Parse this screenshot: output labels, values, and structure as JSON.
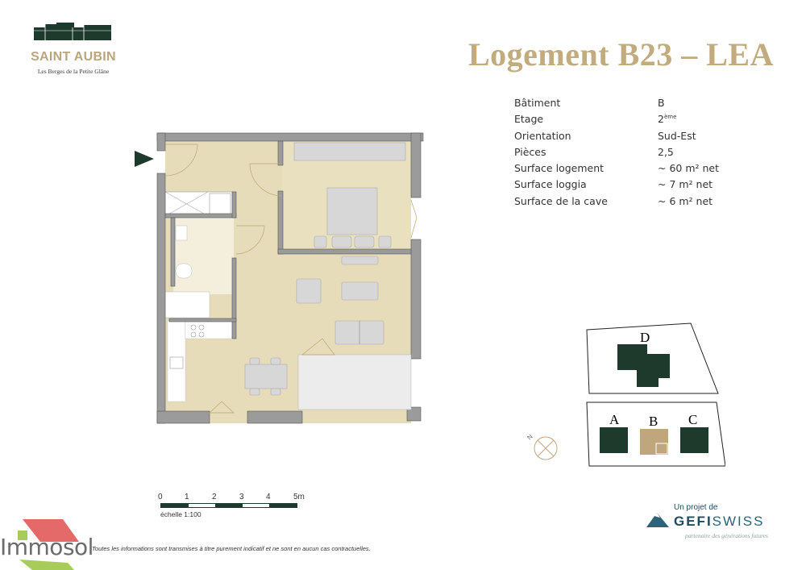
{
  "brand": {
    "name": "SAINT AUBIN",
    "subtitle": "Les Berges de la Petite Glâne",
    "logo_color": "#1d3a2d",
    "accent_color": "#b9a57f"
  },
  "header": {
    "title": "Logement B23 – LEA"
  },
  "details": [
    {
      "label": "Bâtiment",
      "value": "B",
      "sup": ""
    },
    {
      "label": "Etage",
      "value": "2",
      "sup": "ème"
    },
    {
      "label": "Orientation",
      "value": "Sud-Est",
      "sup": ""
    },
    {
      "label": "Pièces",
      "value": "2,5",
      "sup": ""
    },
    {
      "label": "Surface logement",
      "value": "~ 60 m² net",
      "sup": ""
    },
    {
      "label": "Surface loggia",
      "value": "~ 7 m² net",
      "sup": ""
    },
    {
      "label": "Surface de la cave",
      "value": "~ 6 m² net",
      "sup": ""
    }
  ],
  "site_plan": {
    "buildings": [
      "D",
      "A",
      "B",
      "C"
    ],
    "highlighted": "B",
    "highlight_color": "#bfa67d",
    "building_color": "#1d3a2d"
  },
  "compass": {
    "label": "N"
  },
  "scale": {
    "ticks": [
      "0",
      "1",
      "2",
      "3",
      "4",
      "5m"
    ],
    "caption": "échelle 1:100"
  },
  "footer": {
    "disclaimer": "Toutes les informations sont transmises à titre purement indicatif et ne sont en aucun cas contractuelles.",
    "watermark": "Immosol"
  },
  "developer": {
    "by": "Un projet de",
    "name_bold": "GEFI",
    "name_rest": "SWISS",
    "tagline": "partenaire des générations futures"
  },
  "floorplan": {
    "entrance_marker": "entrance-arrow"
  }
}
